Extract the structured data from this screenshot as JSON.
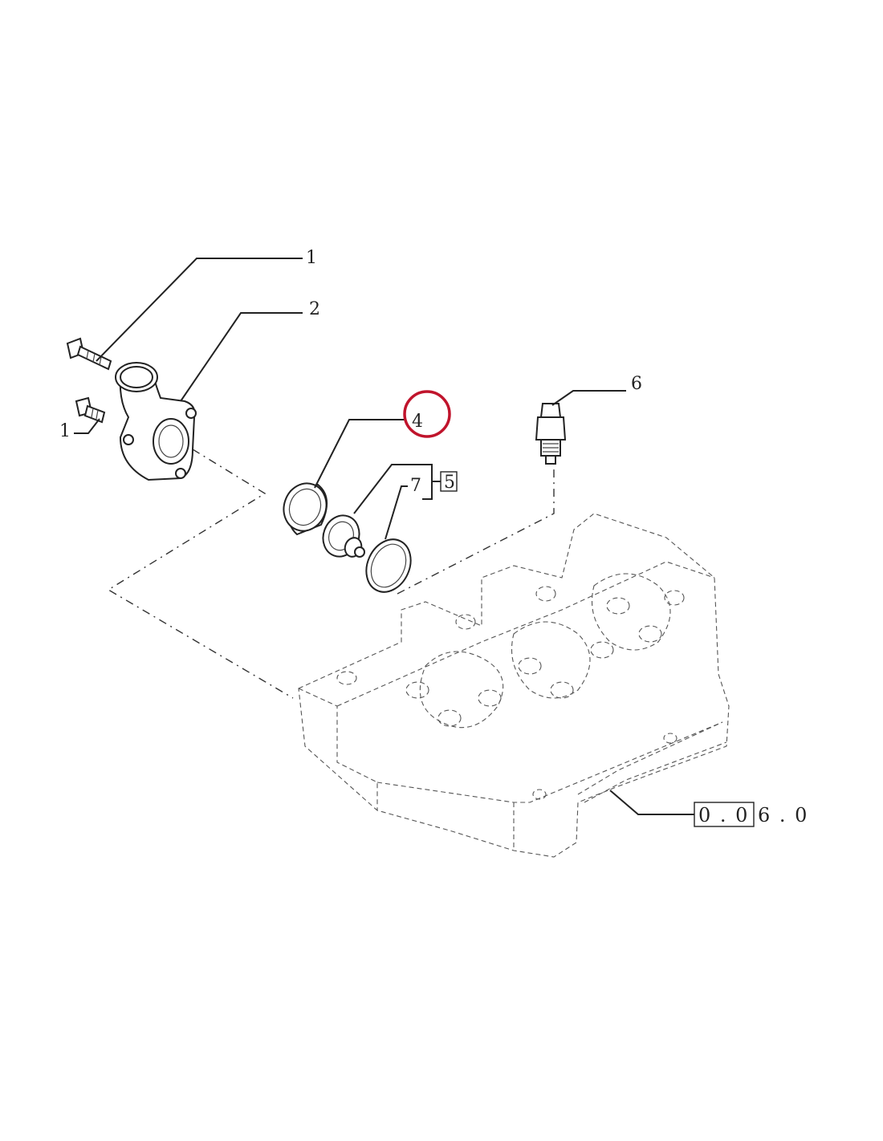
{
  "callouts": {
    "c1_top": "1",
    "c1_bottom": "1",
    "c2": "2",
    "c4": "4",
    "c5": "5",
    "c6": "6",
    "c7": "7"
  },
  "reference": {
    "boxed": "0 . 0",
    "tail": "6 . 0"
  },
  "colors": {
    "highlight": "#c0142c",
    "ink": "#222222"
  }
}
